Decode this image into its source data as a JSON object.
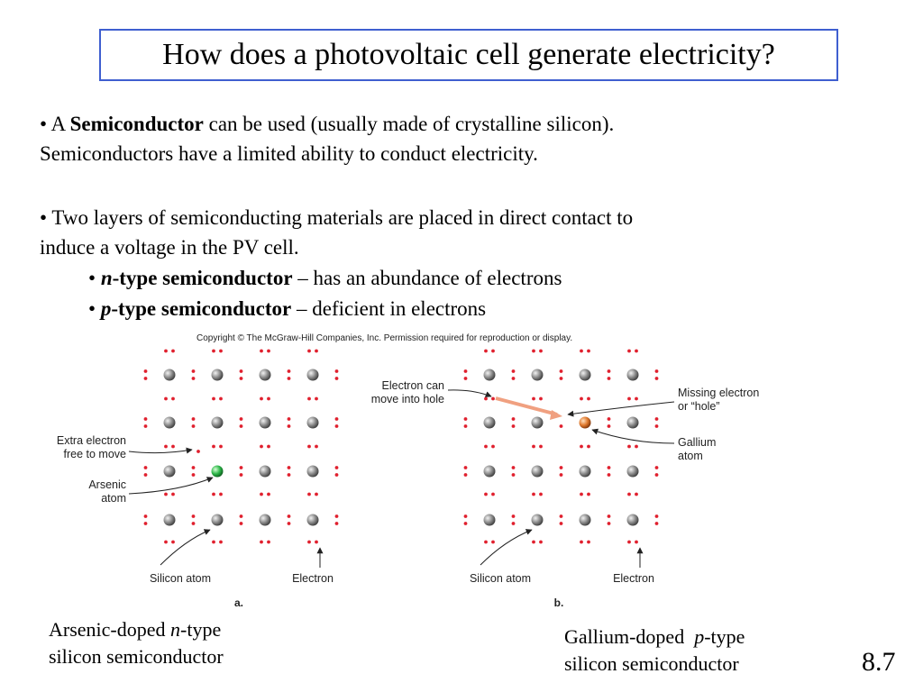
{
  "title": "How does a photovoltaic cell generate electricity?",
  "bullet1": {
    "bullet": "•",
    "prefix": "A",
    "bold": "Semiconductor",
    "rest": "can be used (usually made of crystalline silicon).",
    "line2": "Semiconductors have a limited ability to conduct electricity."
  },
  "bullet2": {
    "bullet": "•",
    "text": "Two layers of semiconducting materials are placed in direct contact to",
    "line2": "induce a voltage in the PV cell."
  },
  "sub_bullets": [
    {
      "bullet": "•",
      "italic": "n",
      "bold_rest": "-type semiconductor",
      "rest": "– has an abundance of electrons"
    },
    {
      "bullet": "•",
      "italic": "p",
      "bold_rest": "-type semiconductor",
      "rest": "– deficient in electrons"
    }
  ],
  "copyright": "Copyright © The McGraw-Hill Companies, Inc. Permission required for reproduction or display.",
  "diagram_a": {
    "label_extra_electron_1": "Extra electron",
    "label_extra_electron_2": "free to move",
    "label_arsenic_1": "Arsenic",
    "label_arsenic_2": "atom",
    "label_silicon": "Silicon atom",
    "label_electron": "Electron",
    "sublabel": "a."
  },
  "diagram_b": {
    "label_move_1": "Electron can",
    "label_move_2": "move into hole",
    "label_missing_1": "Missing electron",
    "label_missing_2": "or “hole”",
    "label_gallium_1": "Gallium",
    "label_gallium_2": "atom",
    "label_silicon": "Silicon atom",
    "label_electron": "Electron",
    "sublabel": "b."
  },
  "caption_a": {
    "line1_pre": "Arsenic-doped ",
    "italic": "n",
    "line1_post": "-type",
    "line2": "silicon semiconductor"
  },
  "caption_b": {
    "line1_pre": "Gallium-doped  ",
    "italic": "p",
    "line1_post": "-type",
    "line2": "silicon semiconductor"
  },
  "slide_number": "8.7",
  "colors": {
    "title_border": "#3f5fd0",
    "silicon_atom": "#8a8a8a",
    "arsenic_atom": "#2fb84a",
    "gallium_atom": "#e07a2e",
    "electron": "#e0202e",
    "arrow_highlight": "#f0a080"
  }
}
